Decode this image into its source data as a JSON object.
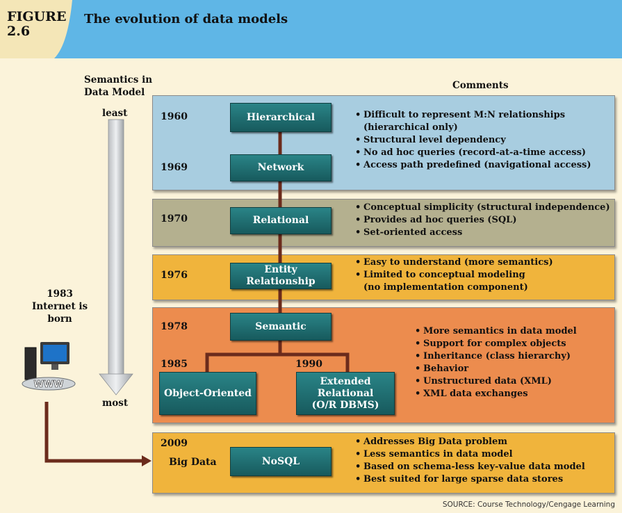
{
  "figure": {
    "label_line1": "FIGURE",
    "label_line2": "2.6",
    "title": "The evolution of data models"
  },
  "axis": {
    "heading_line1": "Semantics in",
    "heading_line2": "Data Model",
    "top_label": "least",
    "bottom_label": "most"
  },
  "comments_heading": "Comments",
  "internet": {
    "year": "1983",
    "line2": "Internet is",
    "line3": "born",
    "icon_text": "WWW"
  },
  "eras": [
    {
      "years": [
        "1960",
        "1969"
      ],
      "models": [
        "Hierarchical",
        "Network"
      ],
      "comments": [
        "Difficult to represent M:N relationships",
        "(hierarchical only)",
        "Structural level dependency",
        "No ad hoc queries (record-at-a-time access)",
        "Access path predefined (navigational access)"
      ]
    },
    {
      "years": [
        "1970"
      ],
      "models": [
        "Relational"
      ],
      "comments": [
        "Conceptual simplicity (structural independence)",
        "Provides ad hoc queries (SQL)",
        "Set-oriented access"
      ]
    },
    {
      "years": [
        "1976"
      ],
      "models": [
        "Entity Relationship"
      ],
      "comments": [
        "Easy to understand (more semantics)",
        "Limited to conceptual modeling",
        "(no implementation component)"
      ]
    },
    {
      "years": [
        "1978",
        "1985",
        "1990"
      ],
      "models": [
        "Semantic",
        "Object-Oriented",
        "Extended Relational",
        "(O/R DBMS)"
      ],
      "comments": [
        "More semantics in data model",
        "Support for complex objects",
        "Inheritance (class hierarchy)",
        "Behavior",
        "Unstructured data (XML)",
        "XML data exchanges"
      ]
    },
    {
      "years": [
        "2009"
      ],
      "era_label": "Big Data",
      "models": [
        "NoSQL"
      ],
      "comments": [
        "Addresses Big Data problem",
        "Less semantics in data model",
        "Based on schema-less key-value data model",
        "Best suited for large sparse data stores"
      ]
    }
  ],
  "source": "SOURCE: Course Technology/Cengage Learning",
  "colors": {
    "header_blue": "#5fb6e6",
    "header_cream": "#f4e6b7",
    "panel_blue": "#a8cde0",
    "panel_olive": "#b4b08f",
    "panel_yellow": "#f0b43c",
    "panel_orange": "#ec8c4e",
    "model_teal": "#1f6f72",
    "connector": "#6b2b1c"
  }
}
